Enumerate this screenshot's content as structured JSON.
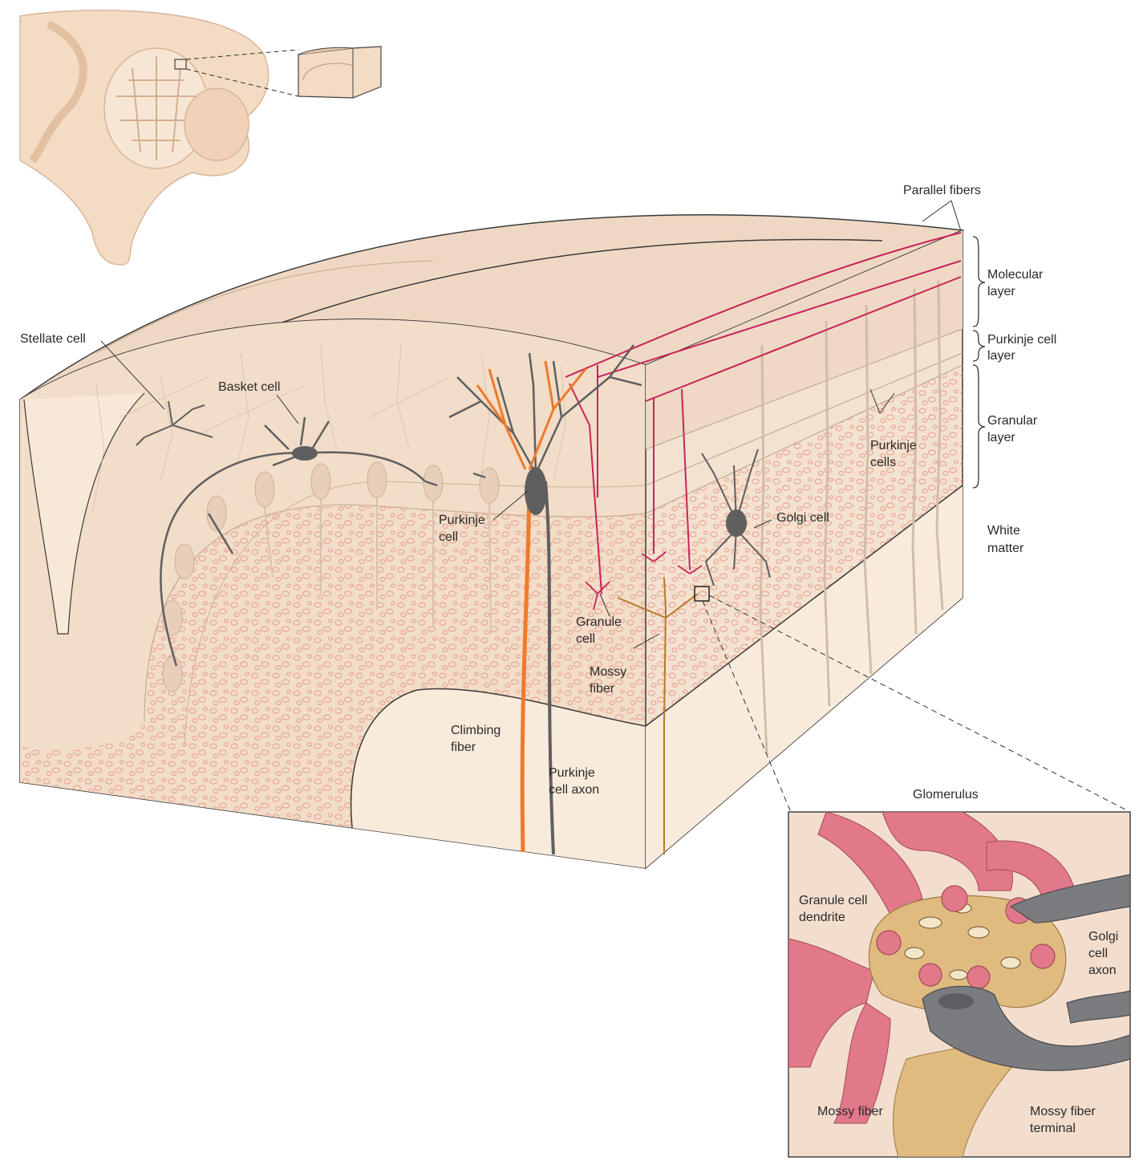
{
  "colors": {
    "tissue_light": "#f6e8da",
    "tissue_mid": "#f2dcc8",
    "tissue_dark": "#e9cdb4",
    "granule_dot": "#e9a796",
    "purkinje": "#5f5f5f",
    "climbing_fiber": "#f07a2a",
    "granule_cell": "#c8245a",
    "mossy_fiber": "#b77a2c",
    "glom_pink": "#e1798b",
    "glom_tan": "#e0bb7f",
    "glom_gray": "#7a7c7f"
  },
  "icons": {
    "brain_inset": "brain-sagittal-icon",
    "block_inset": "cortex-block-icon"
  },
  "labels": {
    "parallel_fibers": "Parallel fibers",
    "molecular_layer": [
      "Molecular",
      "layer"
    ],
    "purkinje_cell_layer": [
      "Purkinje cell",
      "layer"
    ],
    "granular_layer": [
      "Granular",
      "layer"
    ],
    "white_matter": [
      "White",
      "matter"
    ],
    "purkinje_cells": [
      "Purkinje",
      "cells"
    ],
    "golgi_cell": "Golgi cell",
    "stellate_cell": "Stellate cell",
    "basket_cell": "Basket cell",
    "purkinje_cell": [
      "Purkinje",
      "cell"
    ],
    "granule_cell": [
      "Granule",
      "cell"
    ],
    "mossy_fiber_main": [
      "Mossy",
      "fiber"
    ],
    "climbing_fiber": [
      "Climbing",
      "fiber"
    ],
    "purkinje_cell_axon": [
      "Purkinje",
      "cell axon"
    ]
  },
  "glomerulus": {
    "title": "Glomerulus",
    "granule_cell_dendrite": [
      "Granule cell",
      "dendrite"
    ],
    "golgi_cell_axon": [
      "Golgi",
      "cell",
      "axon"
    ],
    "mossy_fiber": "Mossy fiber",
    "mossy_fiber_terminal": [
      "Mossy fiber",
      "terminal"
    ]
  }
}
